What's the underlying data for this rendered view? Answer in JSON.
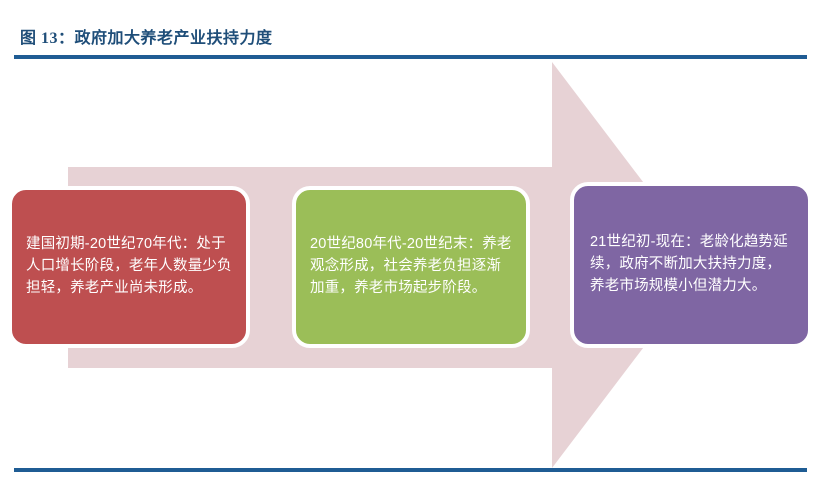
{
  "figure": {
    "title": "图 13：政府加大养老产业扶持力度",
    "title_color": "#1F4E79",
    "rule_color": "#1F5C94",
    "background": "#ffffff"
  },
  "arrow": {
    "name": "right-pointing-arrow",
    "fill": "#E7D2D5",
    "direction": "right"
  },
  "stages": [
    {
      "id": "stage-1",
      "label": "建国初期-20世纪70年代：处于人口增长阶段，老年人数量少负担轻，养老产业尚未形成。",
      "color": "#BE4F50",
      "border_color": "#ffffff",
      "text_color": "#ffffff"
    },
    {
      "id": "stage-2",
      "label": "20世纪80年代-20世纪末：养老观念形成，社会养老负担逐渐加重，养老市场起步阶段。",
      "color": "#9BBE58",
      "border_color": "#ffffff",
      "text_color": "#ffffff"
    },
    {
      "id": "stage-3",
      "label": "21世纪初-现在：老龄化趋势延续，政府不断加大扶持力度，养老市场规模小但潜力大。",
      "color": "#7F66A3",
      "border_color": "#ffffff",
      "text_color": "#ffffff"
    }
  ]
}
